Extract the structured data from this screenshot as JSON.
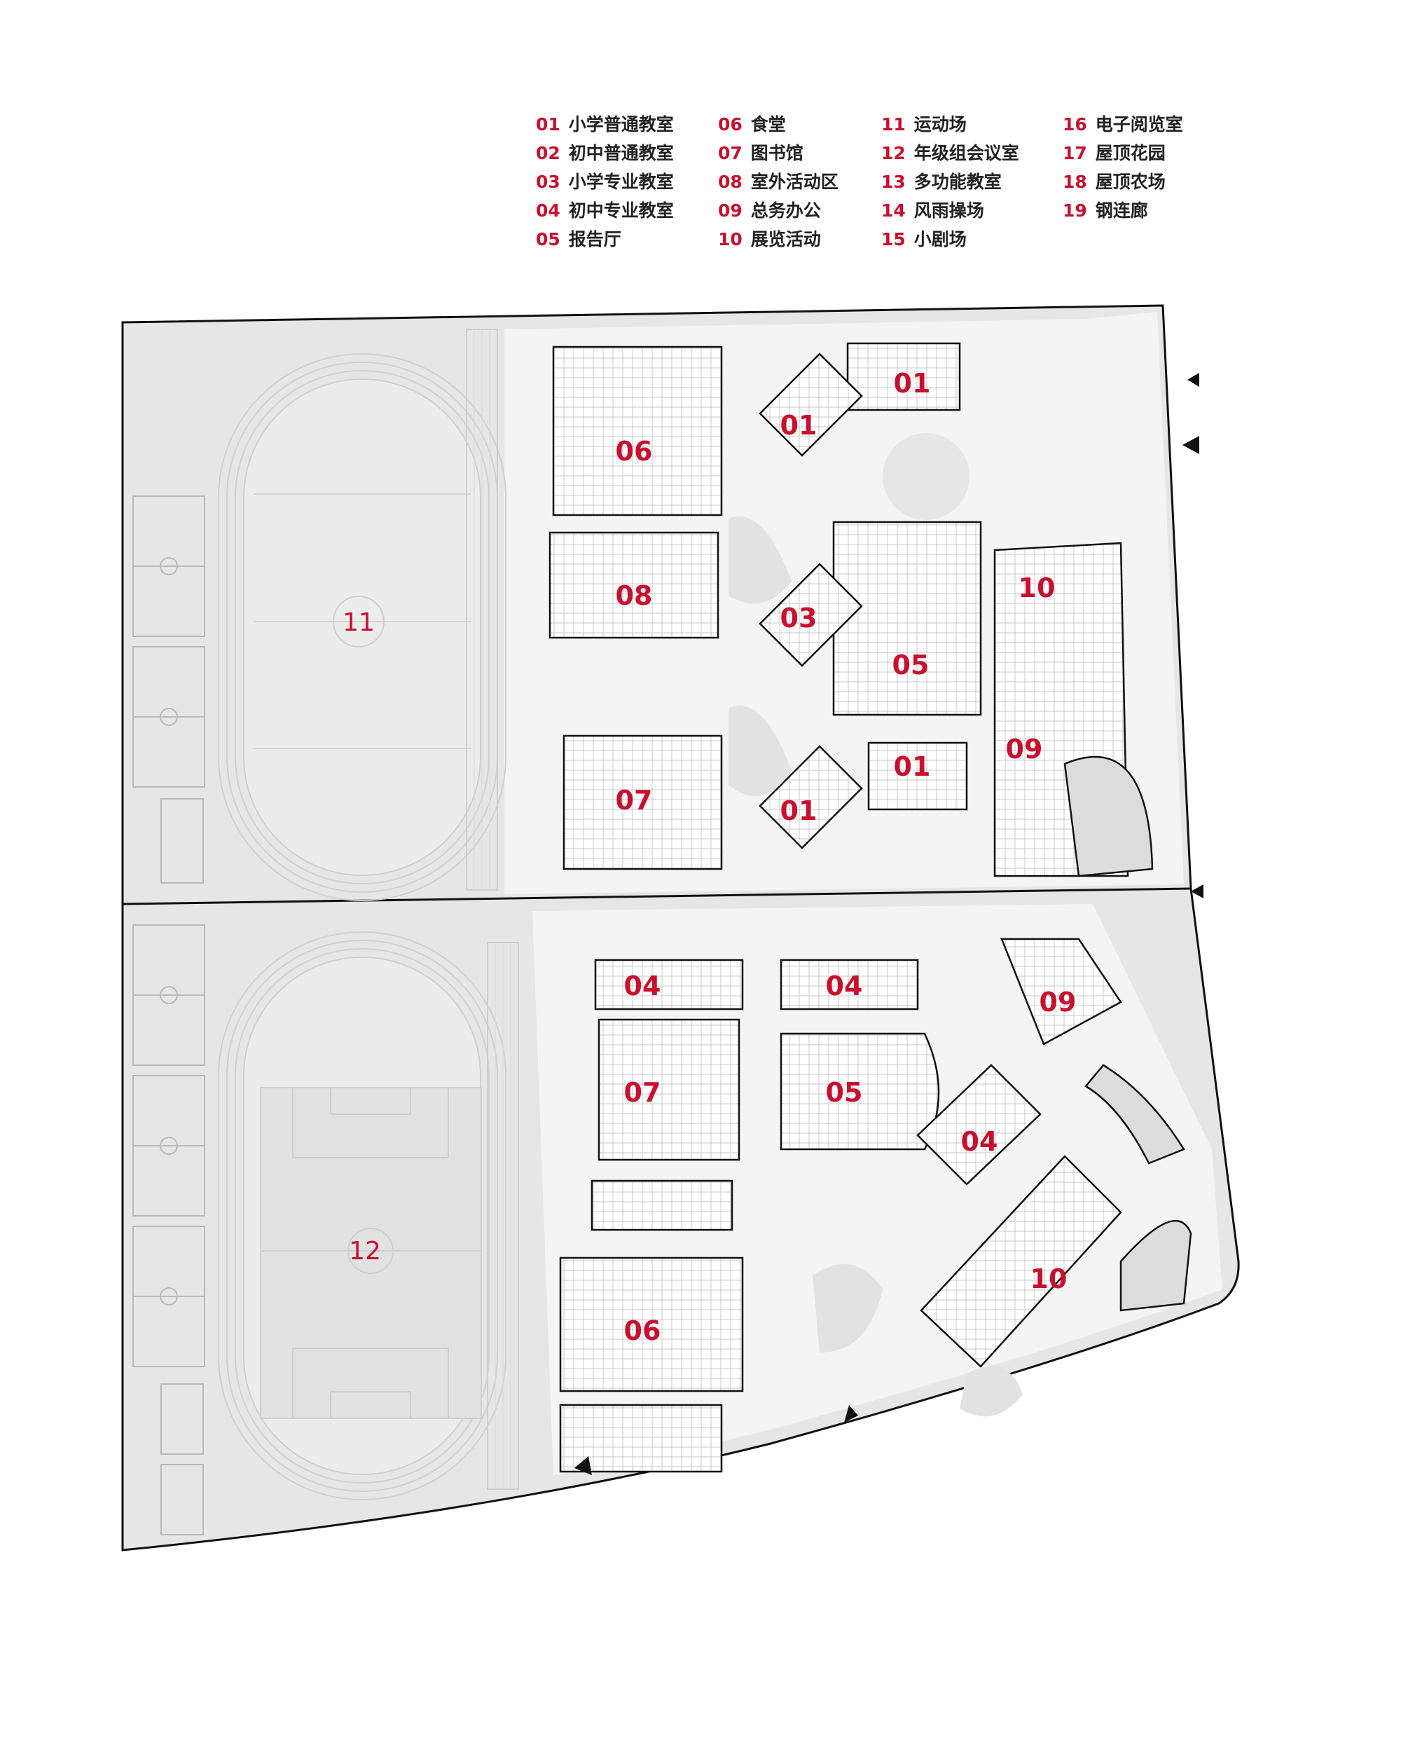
{
  "legend": [
    {
      "num": "01",
      "name": "小学普通教室"
    },
    {
      "num": "02",
      "name": "初中普通教室"
    },
    {
      "num": "03",
      "name": "小学专业教室"
    },
    {
      "num": "04",
      "name": "初中专业教室"
    },
    {
      "num": "05",
      "name": "报告厅"
    },
    {
      "num": "06",
      "name": "食堂"
    },
    {
      "num": "07",
      "name": "图书馆"
    },
    {
      "num": "08",
      "name": "室外活动区"
    },
    {
      "num": "09",
      "name": "总务办公"
    },
    {
      "num": "10",
      "name": "展览活动"
    },
    {
      "num": "11",
      "name": "运动场"
    },
    {
      "num": "12",
      "name": "年级组会议室"
    },
    {
      "num": "13",
      "name": "多功能教室"
    },
    {
      "num": "14",
      "name": "风雨操场"
    },
    {
      "num": "15",
      "name": "小剧场"
    },
    {
      "num": "16",
      "name": "电子阅览室"
    },
    {
      "num": "17",
      "name": "屋顶花园"
    },
    {
      "num": "18",
      "name": "屋顶农场"
    },
    {
      "num": "19",
      "name": "钢连廊"
    }
  ],
  "upper_plan": {
    "field": "11",
    "rooms": [
      "06",
      "08",
      "07",
      "01",
      "01",
      "03",
      "01",
      "01",
      "05",
      "10",
      "09"
    ]
  },
  "lower_plan": {
    "field": "12",
    "rooms": [
      "04",
      "04",
      "07",
      "05",
      "04",
      "06",
      "09",
      "10"
    ]
  },
  "colors": {
    "accent": "#c8102e",
    "ground": "#e6e6e6",
    "line": "#111111",
    "building": "#ffffff"
  }
}
